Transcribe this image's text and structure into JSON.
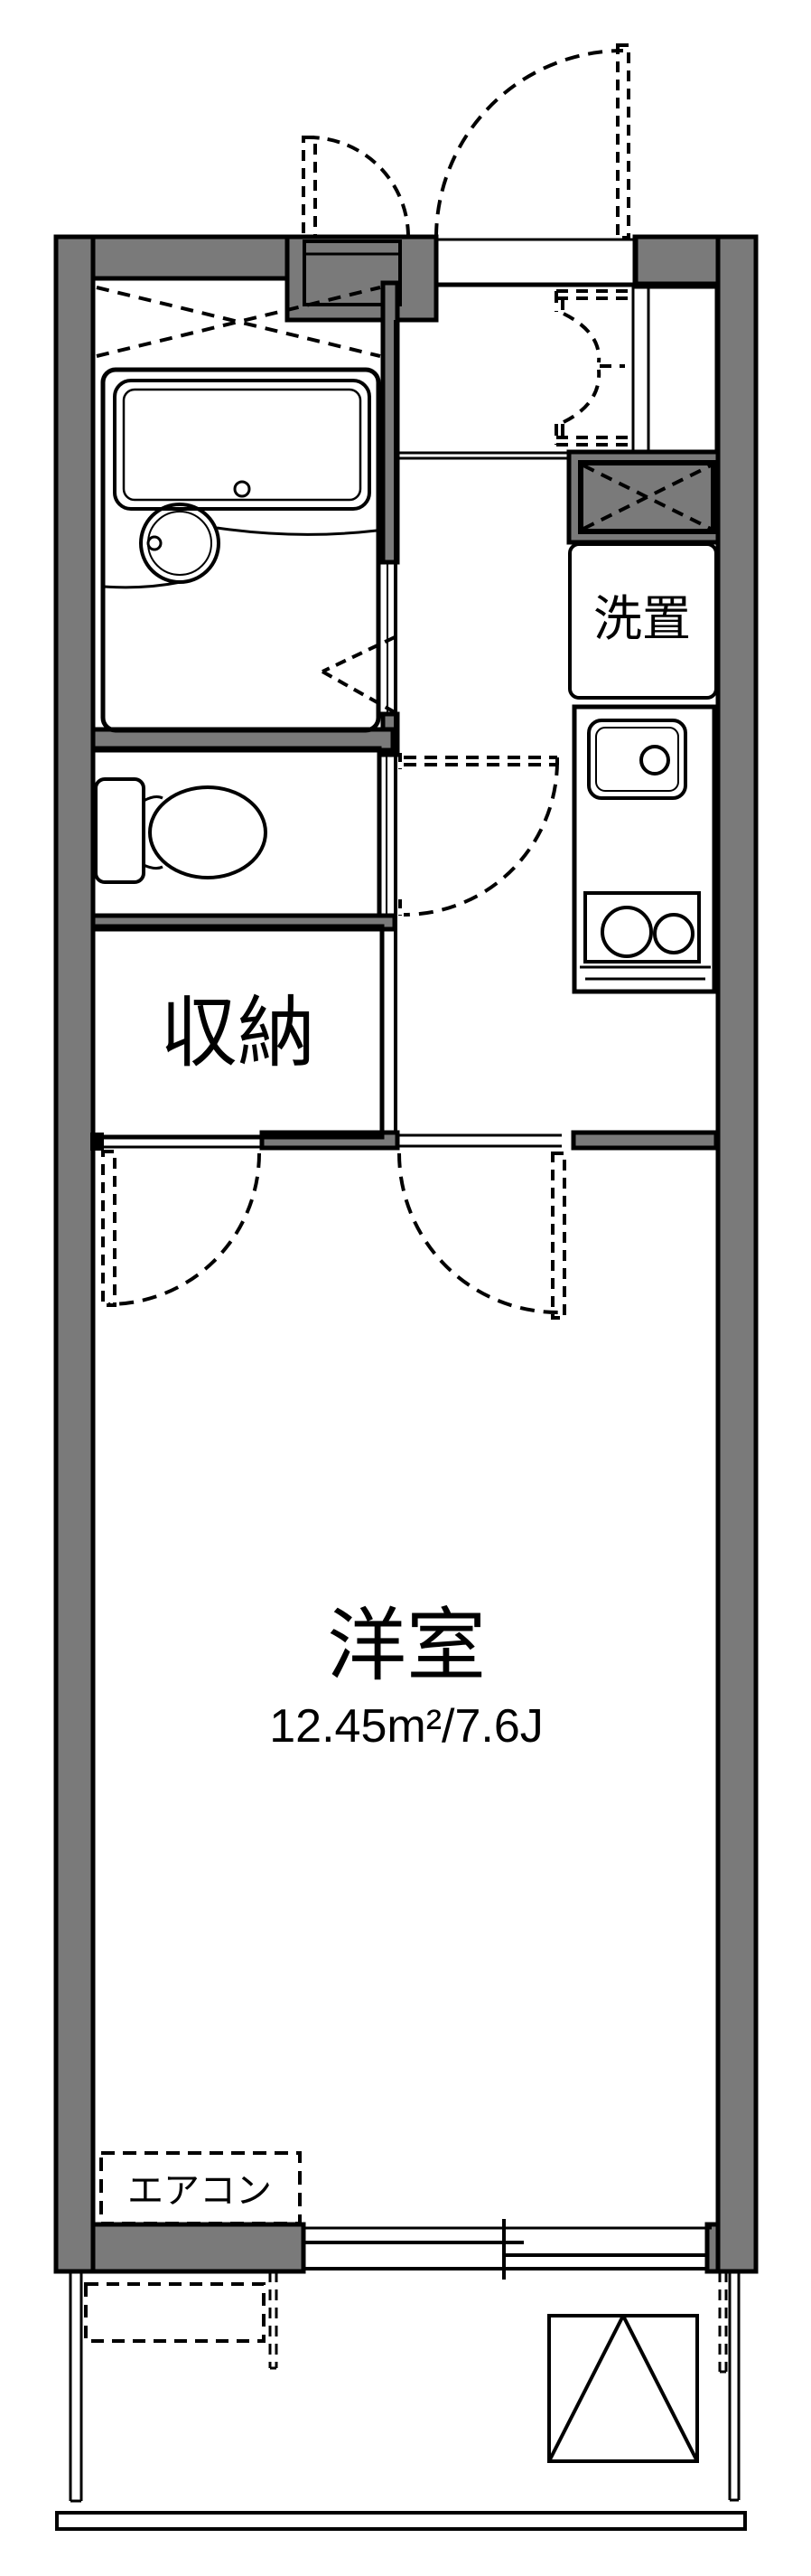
{
  "document": {
    "kind": "apartment-floor-plan"
  },
  "colors": {
    "wall": "#7a7a7a",
    "water": "#dbe8f7",
    "storage": "#fbeed6",
    "line": "#000000",
    "bg": "#ffffff"
  },
  "labels": {
    "western_room": {
      "name": "洋室",
      "area": "12.45m²/7.6J"
    },
    "storage": {
      "name": "収納"
    },
    "washer": {
      "name": "洗置"
    },
    "aircon": {
      "name": "エアコン"
    }
  }
}
